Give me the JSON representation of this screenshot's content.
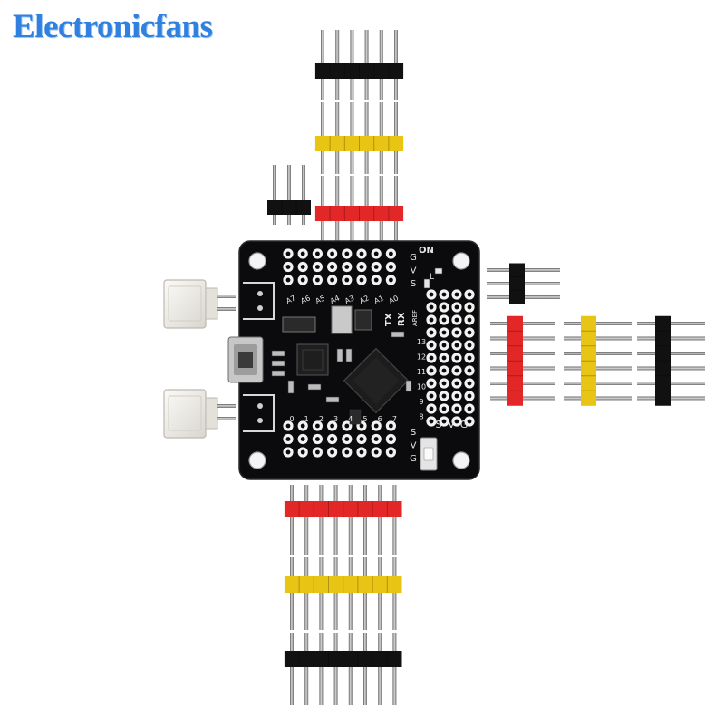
{
  "watermark": {
    "text": "Electronicfans",
    "color": "#2f80df"
  },
  "colors": {
    "pcb": "#0b0b0d",
    "header_black": "#111111",
    "header_yellow": "#e8c414",
    "header_red": "#e32626",
    "pin_metal": "#8a8a8a",
    "jst_connector": "#ece9e4"
  },
  "board_labels": {
    "analog": [
      "A7",
      "A6",
      "A5",
      "A4",
      "A3",
      "A2",
      "A1",
      "A0"
    ],
    "digital_right": [
      "13",
      "12",
      "11",
      "10",
      "9",
      "8"
    ],
    "digital_bottom": [
      "0",
      "1",
      "2",
      "3",
      "4",
      "5",
      "6",
      "7"
    ],
    "svg_top": [
      "G",
      "V",
      "S"
    ],
    "svg_bottom": [
      "S",
      "V",
      "G"
    ],
    "power_right": [
      "S",
      "V",
      "G"
    ],
    "on": "ON",
    "l": "L",
    "tx": "TX",
    "rx": "RX",
    "aref": "AREF"
  },
  "objects": [
    {
      "name": "pcb-board",
      "label": "Black Arduino Nano style I/O expansion board"
    },
    {
      "name": "top-header-black",
      "label": "6-pin black male header strip"
    },
    {
      "name": "top-header-yellow",
      "label": "6-pin yellow male header strip"
    },
    {
      "name": "top-header-red",
      "label": "6-pin red male header strip"
    },
    {
      "name": "small-header-3pin",
      "label": "3-pin black male header"
    },
    {
      "name": "right-header-red",
      "label": "6-pin red male header strip"
    },
    {
      "name": "right-header-yellow",
      "label": "6-pin yellow male header strip"
    },
    {
      "name": "right-header-black",
      "label": "6-pin black male header strip"
    },
    {
      "name": "small-header-2x3",
      "label": "3-pin black right-angle header"
    },
    {
      "name": "bottom-header-red",
      "label": "8-pin red male header strip"
    },
    {
      "name": "bottom-header-yellow",
      "label": "8-pin yellow male header strip"
    },
    {
      "name": "bottom-header-black",
      "label": "8-pin black male header strip"
    },
    {
      "name": "jst-connector-top",
      "label": "white JST connector"
    },
    {
      "name": "jst-connector-bottom",
      "label": "white JST connector"
    }
  ]
}
